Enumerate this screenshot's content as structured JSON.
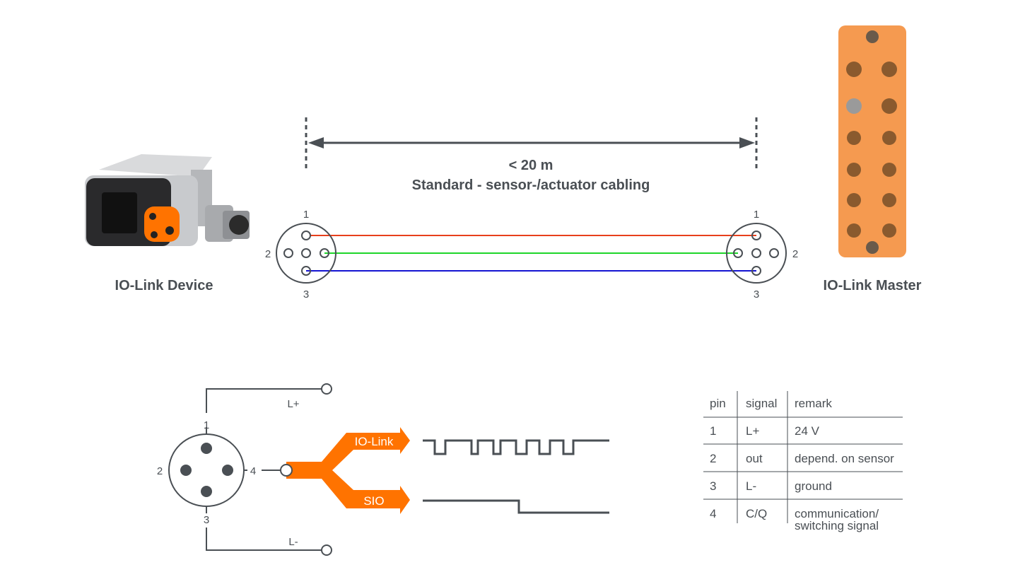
{
  "device_label": "IO-Link Device",
  "master_label": "IO-Link Master",
  "distance": "< 20 m",
  "cabling": "Standard - sensor-/actuator cabling",
  "left_pins": {
    "p1": "1",
    "p2": "2",
    "p3": "3"
  },
  "right_pins": {
    "p1": "1",
    "p2": "2",
    "p3": "3"
  },
  "wire_colors": {
    "pin1": "#e8401c",
    "pin2": "#1ed62a",
    "pin4": "#1414d2"
  },
  "accent": "#ff7300",
  "schematic": {
    "pin1": "1",
    "pin2": "2",
    "pin3": "3",
    "pin4": "4",
    "lplus": "L+",
    "lminus": "L-",
    "iolink": "IO-Link",
    "sio": "SIO"
  },
  "table": {
    "headers": [
      "pin",
      "signal",
      "remark"
    ],
    "rows": [
      [
        "1",
        "L+",
        "24 V"
      ],
      [
        "2",
        "out",
        "depend. on sensor"
      ],
      [
        "3",
        "L-",
        "ground"
      ],
      [
        "4",
        "C/Q",
        "communication/",
        "switching signal"
      ]
    ]
  }
}
